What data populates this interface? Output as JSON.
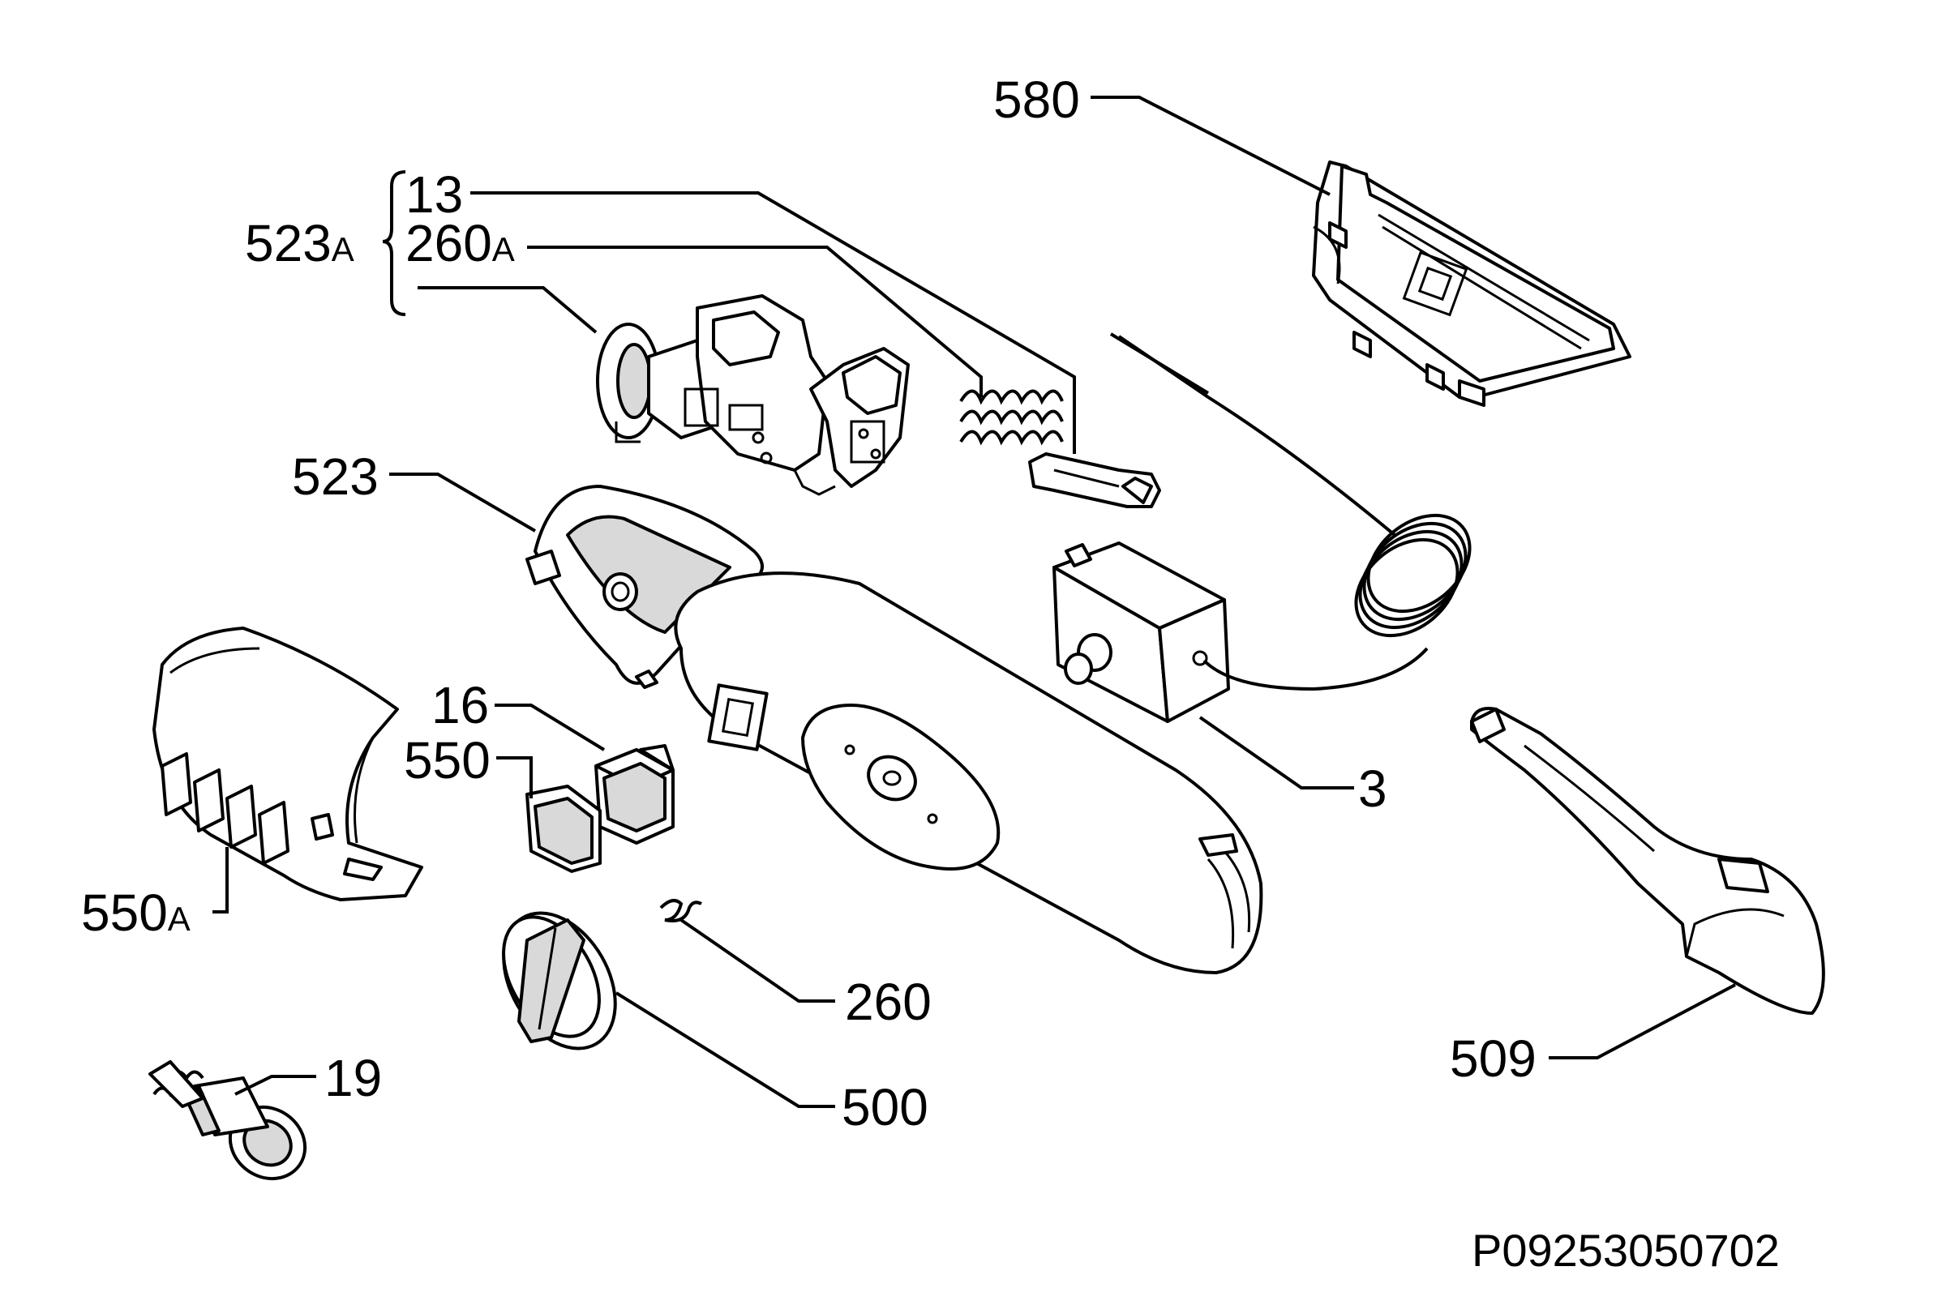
{
  "labels": {
    "l580": "580",
    "l13": "13",
    "l523A_num": "523",
    "l523A_suf": "A",
    "l260A_num": "260",
    "l260A_suf": "A",
    "l523": "523",
    "l16": "16",
    "l550": "550",
    "l550A_num": "550",
    "l550A_suf": "A",
    "l3": "3",
    "l260": "260",
    "l500": "500",
    "l509": "509",
    "l19": "19"
  },
  "drawing_number": "P09253050702"
}
